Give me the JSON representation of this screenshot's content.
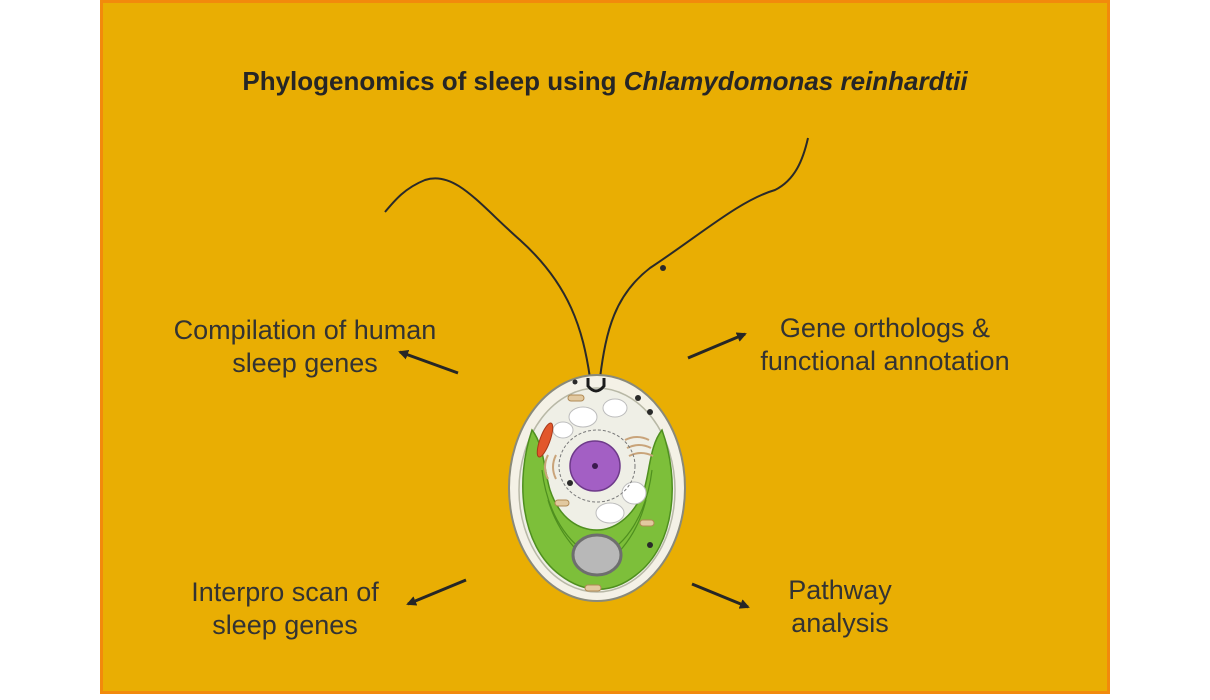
{
  "title": {
    "prefix": "Phylogenomics of sleep using ",
    "species": "Chlamydomonas reinhardtii"
  },
  "labels": {
    "top_left": {
      "line1": "Compilation of human",
      "line2": "sleep genes"
    },
    "top_right": {
      "line1": "Gene orthologs &",
      "line2": "functional annotation"
    },
    "bottom_left": {
      "line1": "Interpro scan of",
      "line2": "sleep genes"
    },
    "bottom_right": {
      "line1": "Pathway",
      "line2": "analysis"
    }
  },
  "colors": {
    "background": "#E9AE03",
    "border": "#F28A0C",
    "text": "#333333",
    "chloroplast": "#7DBF3A",
    "nucleus": "#A35FC4",
    "pyrenoid": "#B8B8B8",
    "eyespot": "#E2572B"
  }
}
